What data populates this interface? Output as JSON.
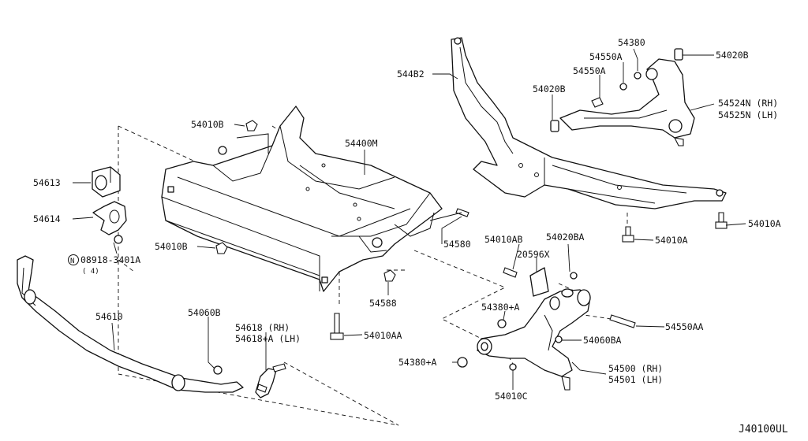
{
  "diagram_id": "J40100UL",
  "n_symbol": "N",
  "labels": {
    "p54482": "544B2",
    "p54380_top": "54380",
    "p54020b_top": "54020B",
    "p54550a_1": "54550A",
    "p54550a_2": "54550A",
    "p54020b_mid": "54020B",
    "p54524n": "54524N (RH)",
    "p54525n": "54525N (LH)",
    "p54010b_top": "54010B",
    "p54400m": "54400M",
    "p54613": "54613",
    "p54614": "54614",
    "p08918": "08918-3401A",
    "p08918_qty": "( 4)",
    "p54010b_mid": "54010B",
    "p54580": "54580",
    "p54588": "54588",
    "p54010a_right": "54010A",
    "p54010a_mid": "54010A",
    "p54010ab": "54010AB",
    "p54020ba": "54020BA",
    "p20596x": "20596X",
    "p54380a_upper": "54380+A",
    "p54550aa": "54550AA",
    "p54610": "54610",
    "p54060b": "54060B",
    "p54618": "54618 (RH)",
    "p54618a": "54618+A (LH)",
    "p54010aa": "54010AA",
    "p54060ba": "54060BA",
    "p54380a_lower": "54380+A",
    "p54500": "54500 (RH)",
    "p54501": "54501 (LH)",
    "p54010c": "54010C"
  }
}
